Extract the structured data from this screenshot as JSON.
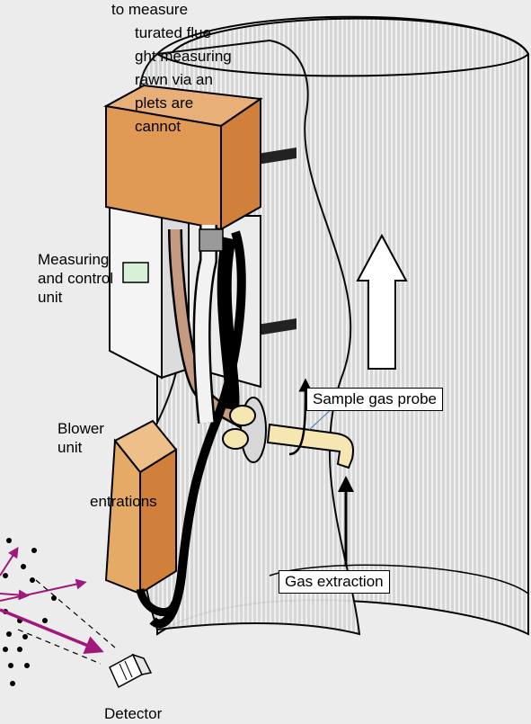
{
  "intro_text_lines": [
    "to measure",
    "turated flue",
    "ght measuring",
    "rawn via an",
    "plets are",
    "cannot"
  ],
  "concentrations_fragment": "entrations",
  "labels": {
    "measuring_unit": "Measuring\nand control\nunit",
    "blower_unit": "Blower\nunit",
    "sample_gas_probe": "Sample gas probe",
    "gas_extraction": "Gas extraction",
    "detector": "Detector"
  },
  "colors": {
    "background": "#ececec",
    "duct": "#d9d9d9",
    "housing_orange": "#e09a55",
    "housing_dark": "#d0803a",
    "blower_light": "#e4aa66",
    "panel": "#f4f4f4",
    "probe": "#f6e6b2",
    "laser": "#a0187a",
    "copper_pipe": "#c49a80"
  }
}
